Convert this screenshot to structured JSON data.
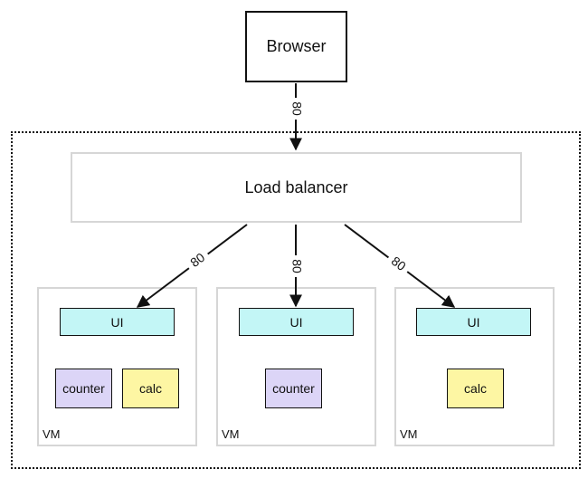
{
  "browser": {
    "label": "Browser"
  },
  "load_balancer": {
    "label": "Load balancer"
  },
  "browser_to_lb_port": "80",
  "lb_to_vm_ports": [
    "80",
    "80",
    "80"
  ],
  "vms": [
    {
      "label": "VM",
      "ui": "UI",
      "services": [
        "counter",
        "calc"
      ]
    },
    {
      "label": "VM",
      "ui": "UI",
      "services": [
        "counter"
      ]
    },
    {
      "label": "VM",
      "ui": "UI",
      "services": [
        "calc"
      ]
    }
  ],
  "colors": {
    "ui": "#c3f6f6",
    "counter": "#dcd5f7",
    "calc": "#fdf6a3",
    "border_light": "#d6d6d6",
    "line": "#111111"
  }
}
